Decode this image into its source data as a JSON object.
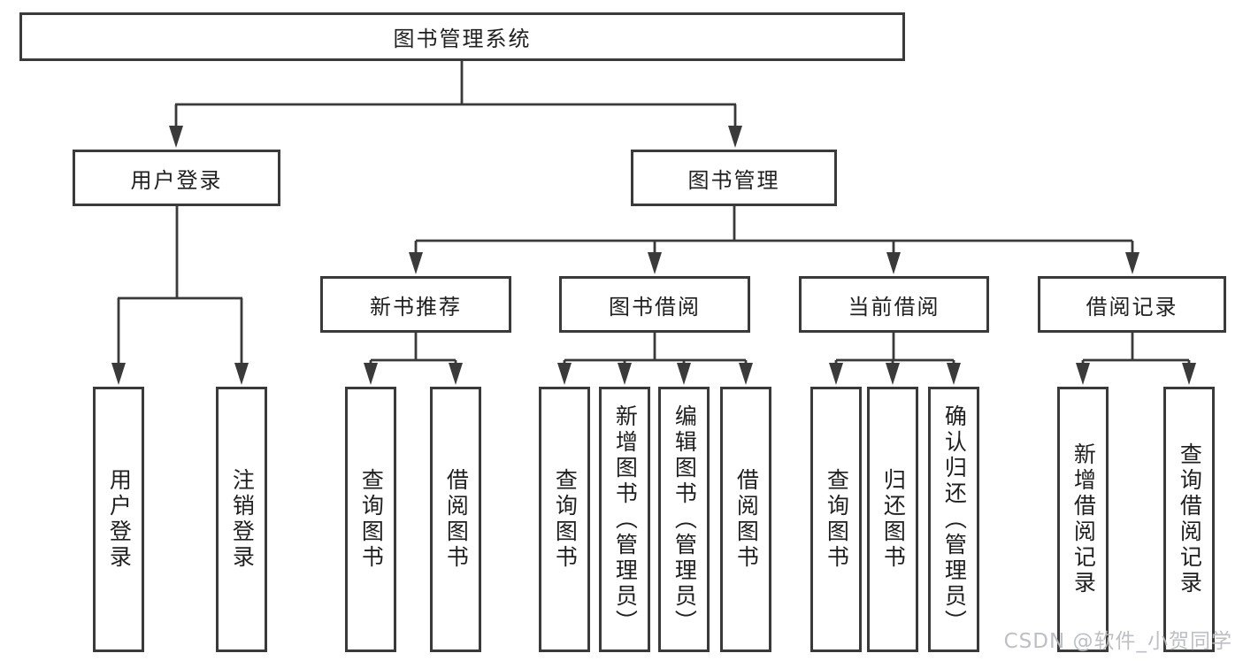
{
  "diagram": {
    "type": "hierarchy-tree",
    "colors": {
      "line": "#3a3a3a",
      "box_border": "#3a3a3a",
      "text": "#1f1f1f",
      "background": "#ffffff",
      "watermark": "#b7babe"
    },
    "tree": {
      "label": "图书管理系统",
      "children": [
        {
          "label": "用户登录",
          "children": [
            {
              "label": "用户登录"
            },
            {
              "label": "注销登录"
            }
          ]
        },
        {
          "label": "图书管理",
          "children": [
            {
              "label": "新书推荐",
              "children": [
                {
                  "label": "查询图书"
                },
                {
                  "label": "借阅图书"
                }
              ]
            },
            {
              "label": "图书借阅",
              "children": [
                {
                  "label": "查询图书"
                },
                {
                  "label": "新增图书（管理员）"
                },
                {
                  "label": "编辑图书（管理员）"
                },
                {
                  "label": "借阅图书"
                }
              ]
            },
            {
              "label": "当前借阅",
              "children": [
                {
                  "label": "查询图书"
                },
                {
                  "label": "归还图书"
                },
                {
                  "label": "确认归还（管理员）"
                }
              ]
            },
            {
              "label": "借阅记录",
              "children": [
                {
                  "label": "新增借阅记录"
                },
                {
                  "label": "查询借阅记录"
                }
              ]
            }
          ]
        }
      ]
    },
    "watermark": {
      "text": "CSDN @软件_小贺同学"
    }
  }
}
